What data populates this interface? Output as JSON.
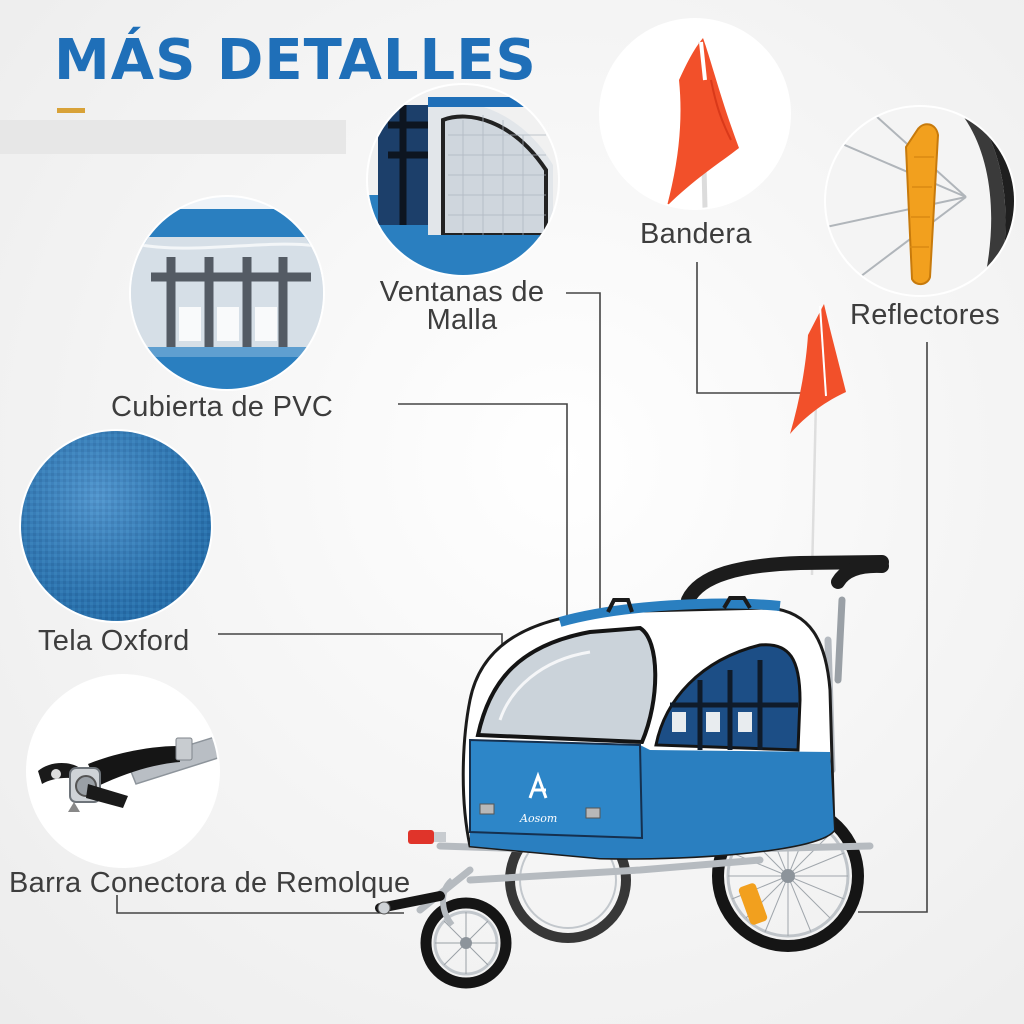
{
  "header": {
    "title": "MÁS DETALLES"
  },
  "features": {
    "pvc_cover": {
      "label": "Cubierta de PVC"
    },
    "mesh_windows": {
      "label_line1": "Ventanas de",
      "label_line2": "Malla"
    },
    "oxford_fabric": {
      "label": "Tela Oxford"
    },
    "tow_bar": {
      "label": "Barra Conectora de Remolque"
    },
    "flag": {
      "label": "Bandera"
    },
    "reflectors": {
      "label": "Reflectores"
    }
  },
  "product": {
    "brand_mark": "Aosom"
  },
  "colors": {
    "accent_blue": "#1f6fb8",
    "trailer_blue": "#2a7fc0",
    "flag_orange": "#f2502a",
    "title_underline": "#d8a238",
    "leader_line": "#444444"
  }
}
